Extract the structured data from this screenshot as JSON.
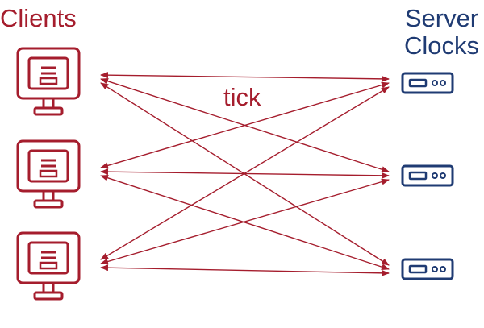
{
  "labels": {
    "clients": "Clients",
    "server_line1": "Server",
    "server_line2": "Clocks",
    "tick": "tick"
  },
  "colors": {
    "client": "#a51d2d",
    "server": "#1f3b73",
    "arrow": "#a51d2d"
  },
  "clients": [
    {
      "icon": "monitor-icon"
    },
    {
      "icon": "monitor-icon"
    },
    {
      "icon": "monitor-icon"
    }
  ],
  "servers": [
    {
      "icon": "server-clock-icon"
    },
    {
      "icon": "server-clock-icon"
    },
    {
      "icon": "server-clock-icon"
    }
  ],
  "connections": "every client connected to every server (bidirectional)"
}
